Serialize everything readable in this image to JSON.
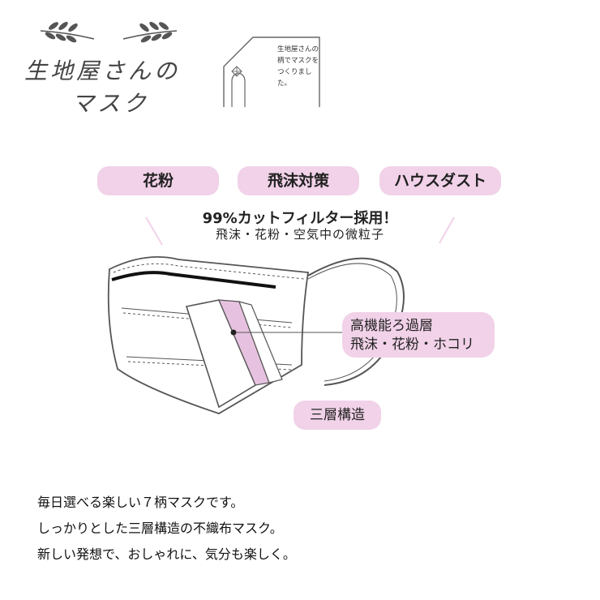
{
  "brand": {
    "title_line1": "生地屋さんの",
    "title_line2": "マスク"
  },
  "house_badge": {
    "lines": [
      "生地屋さんの",
      "柄でマスクを",
      "つくりました。"
    ]
  },
  "tags": [
    "花粉",
    "飛沫対策",
    "ハウスダスト"
  ],
  "filter": {
    "headline": "99%カットフィルター採用！",
    "subline": "飛沫・花粉・空気中の微粒子"
  },
  "callout_filter": {
    "line1": "高機能ろ過層",
    "line2": "飛沫・花粉・ホコリ"
  },
  "structure_label": "三層構造",
  "description": [
    "毎日選べる楽しい７柄マスクです。",
    "しっかりとした三層構造の不織布マスク。",
    "新しい発想で、おしゃれに、気分も楽しく。"
  ],
  "colors": {
    "accent_pink": "#f1d2e8",
    "filter_pink": "#e7c2e0",
    "line_gray": "#555555"
  }
}
